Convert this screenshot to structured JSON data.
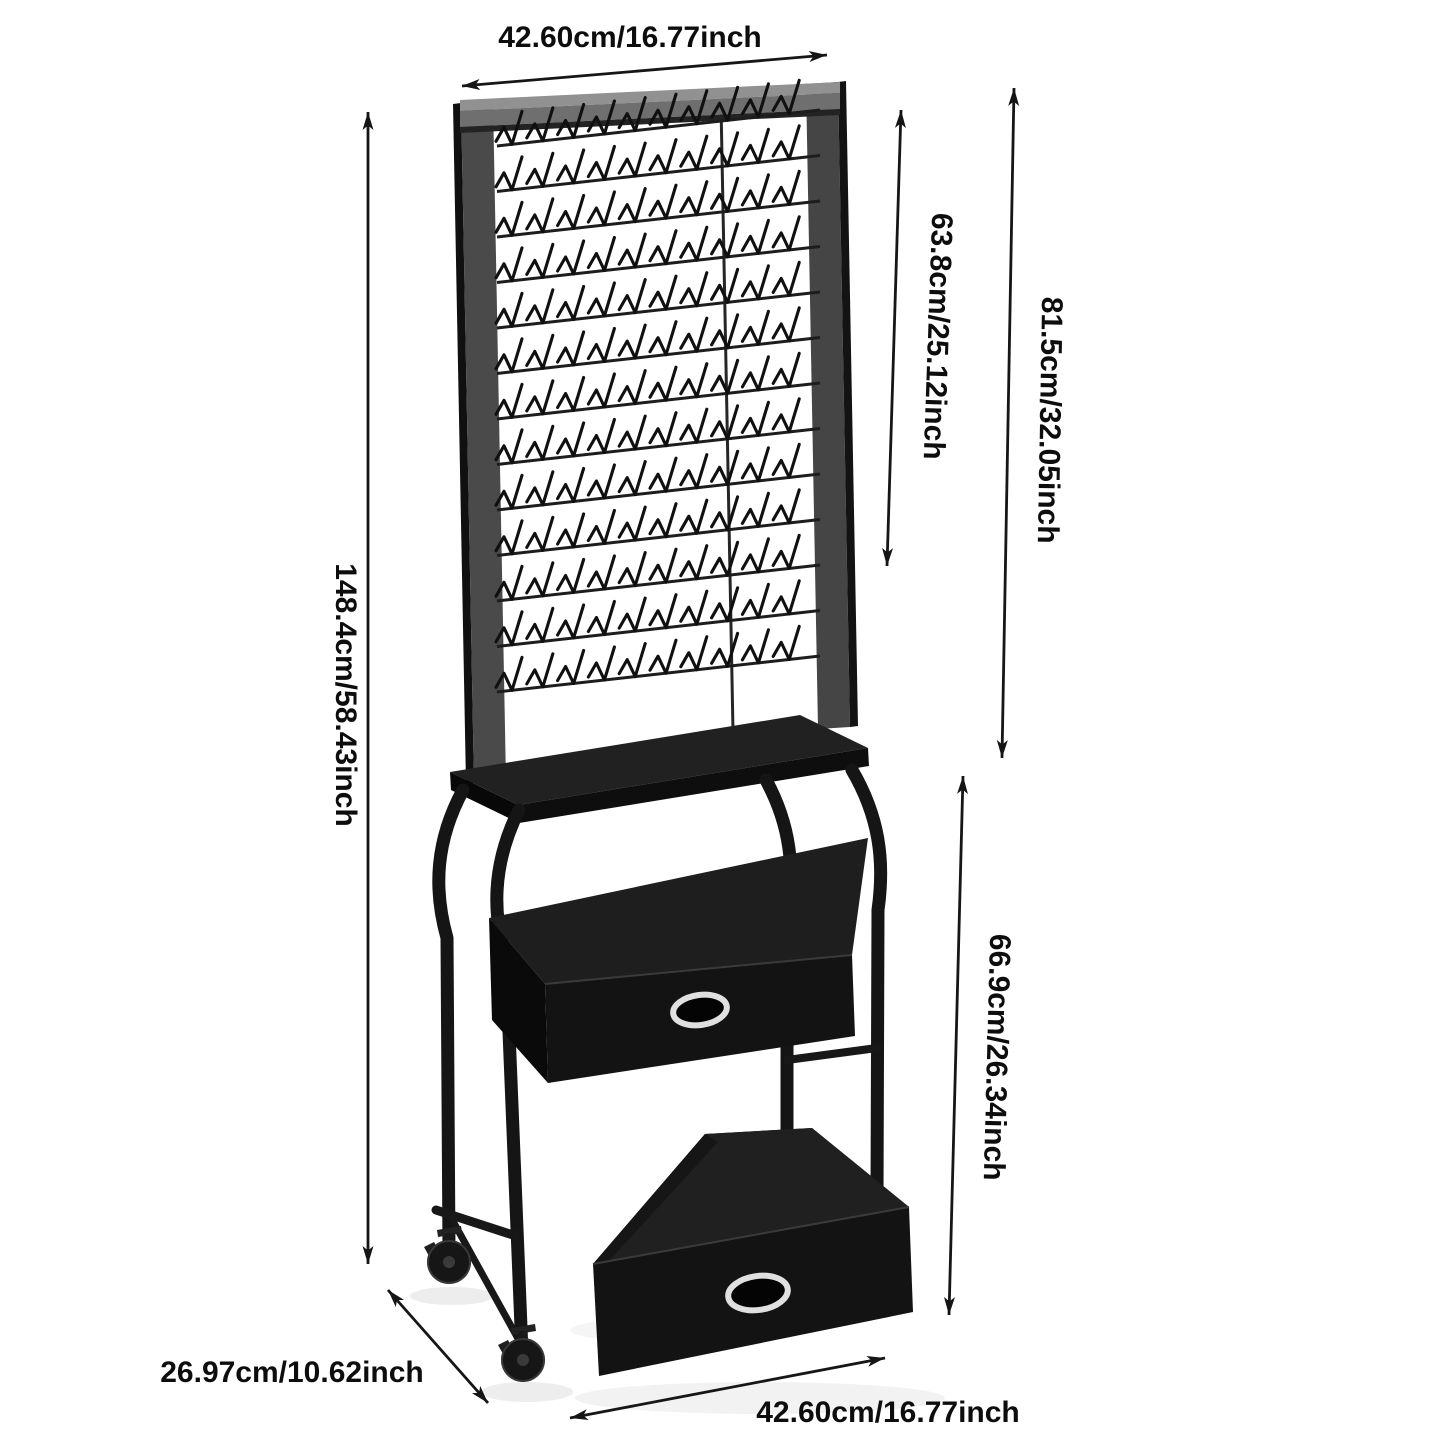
{
  "figure": {
    "description": "Product dimension diagram of a black rolling sewing-thread rack: pegboard panel with rows of thread hooks on top, a table shelf, two pull-out drawers with silver oval handles, and locking caster wheels.",
    "background": "#ffffff"
  },
  "labels": {
    "top_width": "42.60cm/16.77inch",
    "total_height": "148.4cm/58.43inch",
    "hook_area_height": "63.8cm/25.12inch",
    "pegboard_height": "81.5cm/32.05inch",
    "cart_height": "66.9cm/26.34inch",
    "depth": "26.97cm/10.62inch",
    "bottom_width": "42.60cm/16.77inch"
  },
  "pegboard": {
    "rows": 13,
    "hooks_per_row": 10
  },
  "colors": {
    "dimension_line": "#161616",
    "label_text": "#0d0d0d",
    "frame_gray": "#4a4a4a",
    "top_rail_light": "#919191",
    "panel_black": "#131313",
    "handle_silver": "#e0e0e0"
  }
}
